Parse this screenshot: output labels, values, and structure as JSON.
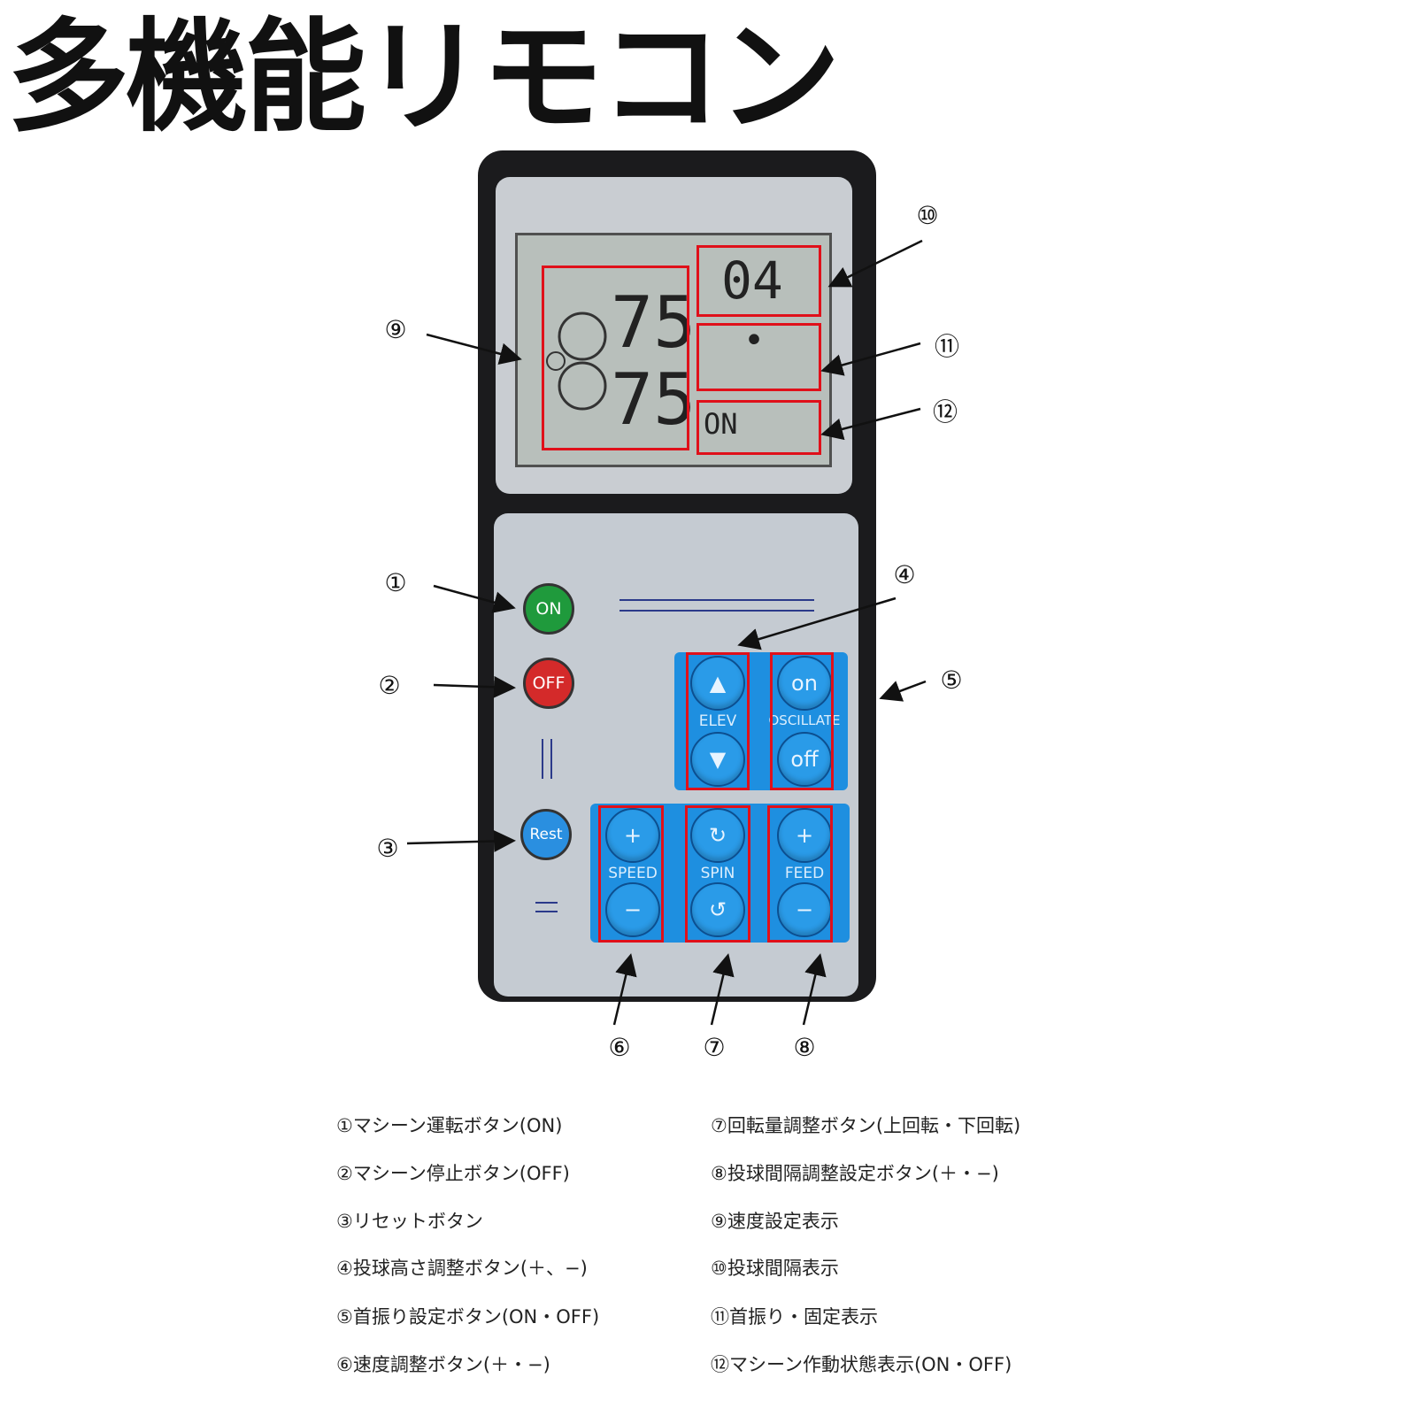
{
  "title": "多機能リモコン",
  "lcd": {
    "speed_top": "75",
    "speed_bottom": "75",
    "interval": "04",
    "oscillate_indicator": "•",
    "status": "ON"
  },
  "buttons": {
    "on": "ON",
    "off": "OFF",
    "reset": "Rest",
    "elev_label": "ELEV",
    "oscillate_on": "on",
    "oscillate_off": "off",
    "oscillate_label": "OSCILLATE",
    "speed_plus": "+",
    "speed_minus": "−",
    "speed_label": "SPEED",
    "spin_label": "SPIN",
    "spin_up": "↻",
    "spin_down": "↺",
    "feed_plus": "+",
    "feed_minus": "−",
    "feed_label": "FEED"
  },
  "callouts": [
    "①",
    "②",
    "③",
    "④",
    "⑤",
    "⑥",
    "⑦",
    "⑧",
    "⑨",
    "⑩",
    "⑪",
    "⑫"
  ],
  "legend": {
    "left": [
      "①マシーン運転ボタン(ON)",
      "②マシーン停止ボタン(OFF)",
      "③リセットボタン",
      "④投球高さ調整ボタン(＋、−)",
      "⑤首振り設定ボタン(ON・OFF)",
      "⑥速度調整ボタン(＋・−)"
    ],
    "right": [
      "⑦回転量調整ボタン(上回転・下回転)",
      "⑧投球間隔調整設定ボタン(＋・−)",
      "⑨速度設定表示",
      "⑩投球間隔表示",
      "⑪首振り・固定表示",
      "⑫マシーン作動状態表示(ON・OFF)"
    ]
  }
}
